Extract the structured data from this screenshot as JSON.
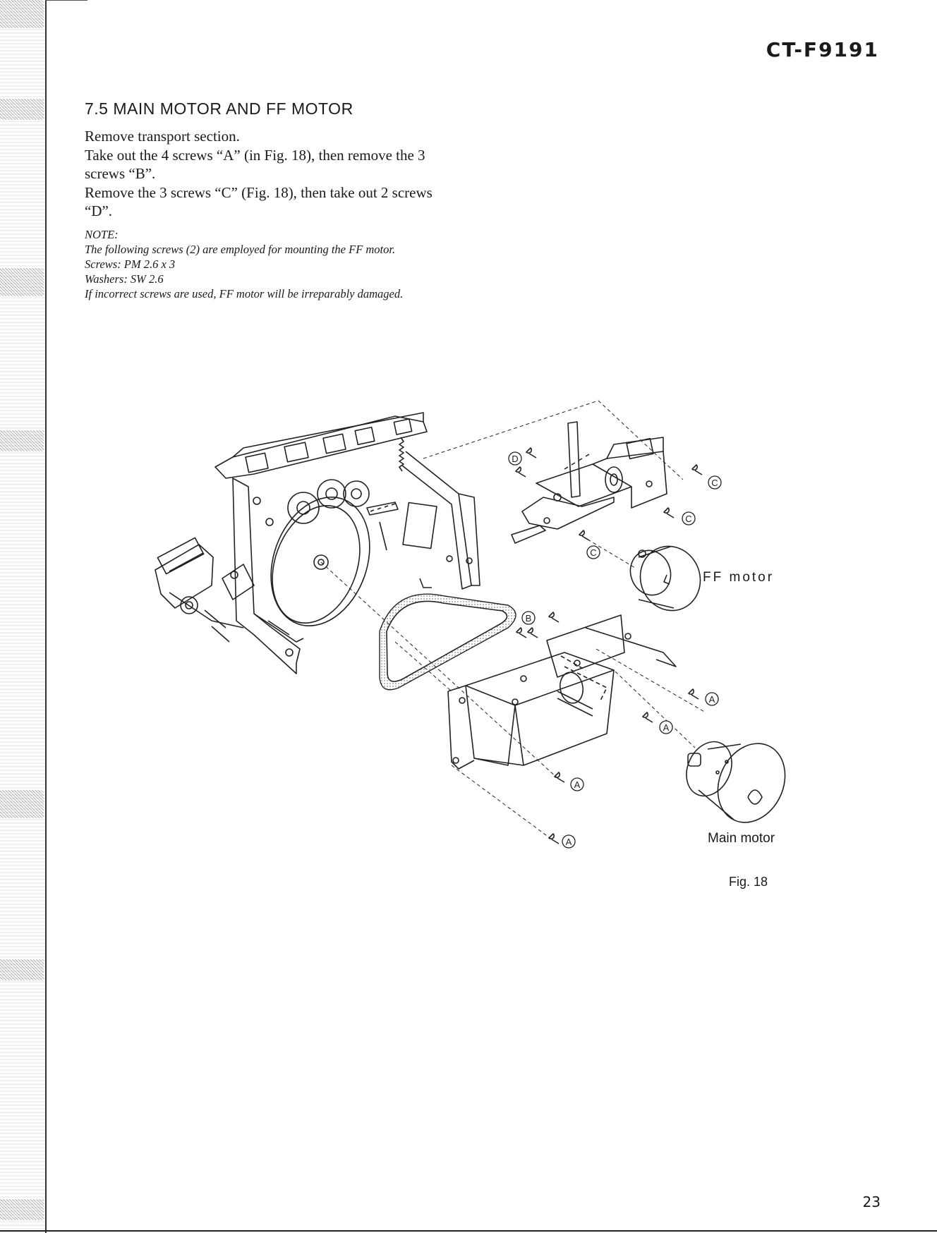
{
  "header": {
    "model": "CT-F9191"
  },
  "section": {
    "title": "7.5  MAIN MOTOR AND FF MOTOR"
  },
  "instructions": [
    "Remove transport section.",
    "Take out the 4 screws “A” (in Fig. 18), then remove the 3 screws “B”.",
    "Remove the 3 screws “C” (Fig. 18), then take out 2 screws “D”."
  ],
  "note": {
    "heading": "NOTE:",
    "body": "The following screws (2) are employed for mounting the FF motor.",
    "screws": "Screws:   PM 2.6 x 3",
    "washers": "Washers:  SW 2.6",
    "warning": "If incorrect screws are used, FF motor will be irreparably damaged."
  },
  "figure": {
    "ff_motor_label": "FF motor",
    "main_motor_label": "Main motor",
    "caption": "Fig. 18",
    "markers": {
      "a": "A",
      "b": "B",
      "c": "C",
      "d": "D"
    }
  },
  "footer": {
    "page_number": "23"
  }
}
